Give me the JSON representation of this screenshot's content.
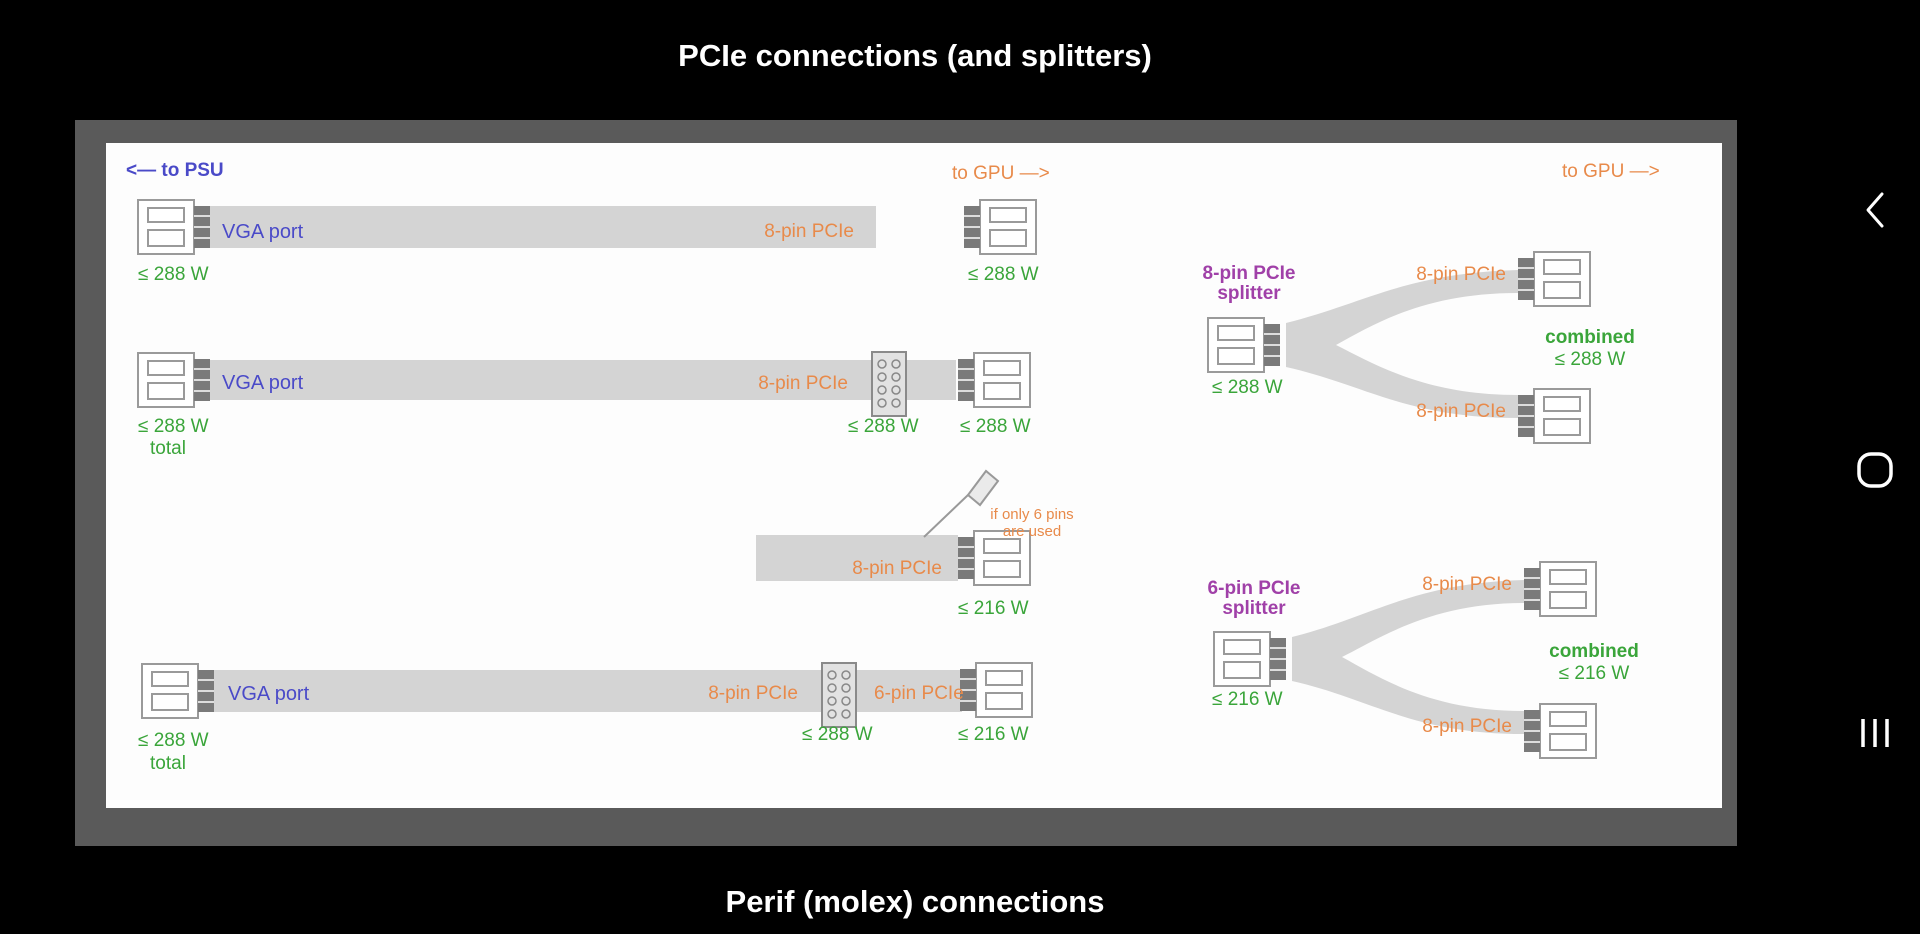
{
  "captions": {
    "top": "PCIe connections (and splitters)",
    "bottom": "Perif (molex) connections"
  },
  "diagram": {
    "to_psu": "<— to PSU",
    "to_gpu": "to GPU —>",
    "vga_port": "VGA port",
    "pin8": "8-pin PCIe",
    "pin6": "6-pin PCIe",
    "w288": "≤ 288 W",
    "w216": "≤ 216 W",
    "total": "total",
    "combined": "combined",
    "six_pins_note_1": "if only 6 pins",
    "six_pins_note_2": "are used",
    "splitter8_title_1": "8-pin PCIe",
    "splitter8_title_2": "splitter",
    "splitter6_title_1": "6-pin PCIe",
    "splitter6_title_2": "splitter"
  },
  "colors": {
    "blue_label": "#4a4ac8",
    "orange_label": "#e88a4a",
    "green_label": "#3aa53a",
    "purple_label": "#a040a8",
    "cable": "#d4d4d4",
    "slide_bg": "#fdfdfd",
    "frame": "#5a5a5a"
  },
  "navbar": {
    "back_icon": "chevron-left-icon",
    "home_icon": "rounded-square-home-icon",
    "recents_icon": "three-bars-recents-icon"
  }
}
